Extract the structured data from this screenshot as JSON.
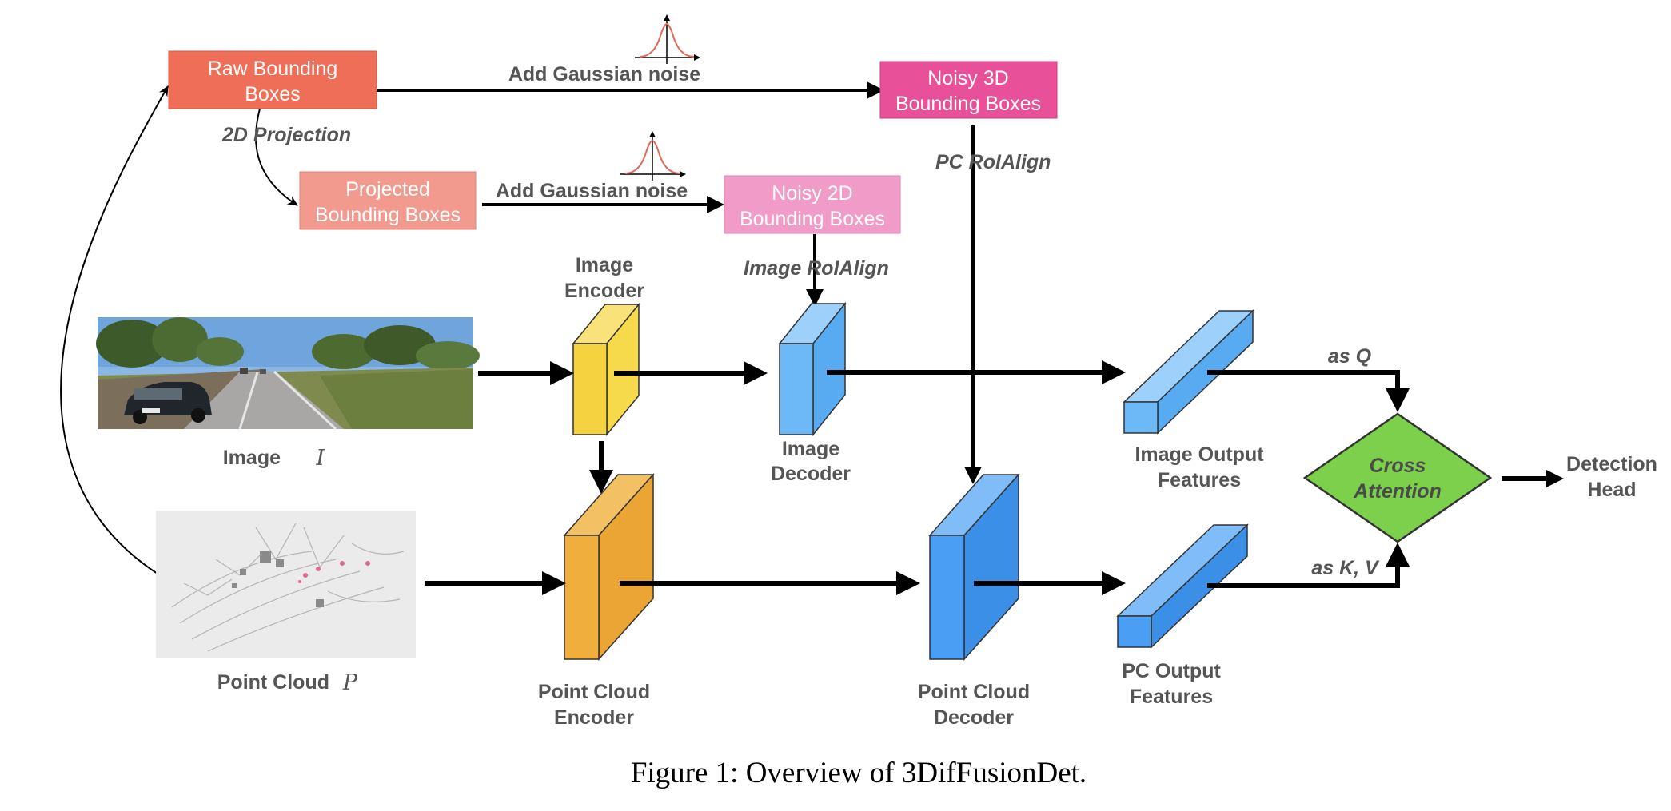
{
  "boxes": {
    "raw": {
      "line1": "Raw Bounding",
      "line2": "Boxes"
    },
    "projected": {
      "line1": "Projected",
      "line2": "Bounding Boxes"
    },
    "noisy3d": {
      "line1": "Noisy 3D",
      "line2": "Bounding Boxes"
    },
    "noisy2d": {
      "line1": "Noisy 2D",
      "line2": "Bounding Boxes"
    }
  },
  "edges": {
    "projection_2d": "2D  Projection",
    "gaussian_top": "Add Gaussian noise",
    "gaussian_mid": "Add Gaussian noise",
    "pc_roialign": "PC  RoIAlign",
    "image_roialign": "Image  RoIAlign",
    "as_q": "as Q",
    "as_kv": "as K, V"
  },
  "modules": {
    "image_encoder": {
      "line1": "Image",
      "line2": "Encoder"
    },
    "image_decoder": {
      "line1": "Image",
      "line2": "Decoder"
    },
    "pc_encoder": {
      "line1": "Point Cloud",
      "line2": "Encoder"
    },
    "pc_decoder": {
      "line1": "Point Cloud",
      "line2": "Decoder"
    },
    "image_features": {
      "line1": "Image Output",
      "line2": "Features"
    },
    "pc_features": {
      "line1": "PC Output",
      "line2": "Features"
    },
    "cross_attention": {
      "line1": "Cross",
      "line2": "Attention"
    },
    "detection_head": {
      "line1": "Detection",
      "line2": "Head"
    }
  },
  "inputs": {
    "image": {
      "label": "Image",
      "symbol": "I"
    },
    "point_cloud": {
      "label": "Point Cloud",
      "symbol": "P"
    }
  },
  "caption": "Figure 1: Overview of 3DifFusionDet.",
  "colors": {
    "raw_box": "#ee6e57",
    "projected_box": "#f29a8e",
    "noisy3d_box": "#e8509a",
    "noisy2d_box": "#f19bc9",
    "image_encoder": "#f7d94c",
    "pc_encoder": "#f0ae3c",
    "image_decoder": "#6db8f7",
    "pc_decoder": "#4a9ff5",
    "cross_attention": "#7dd04c"
  }
}
